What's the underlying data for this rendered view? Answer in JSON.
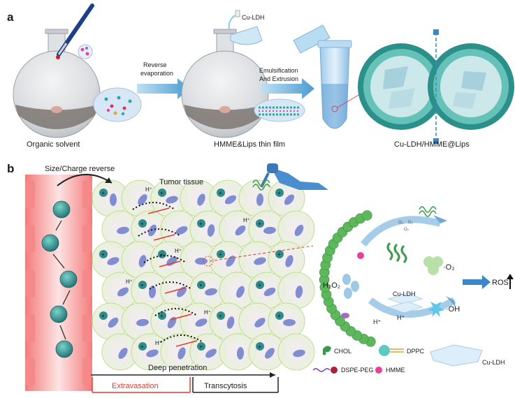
{
  "panel_a": {
    "label": "a",
    "reagent_label": "Cu-LDH",
    "arrow1_line1": "Reverse",
    "arrow1_line2": "evaporation",
    "arrow2_line1": "Emulsification",
    "arrow2_line2": "And Extrusion",
    "caption_flask1": "Organic solvent",
    "caption_flask2": "HMME&Lips thin film",
    "caption_product": "Cu-LDH/HMME@Lips"
  },
  "panel_b": {
    "label": "b",
    "reverse_label": "Size/Charge reverse",
    "tissue_label": "Tumor tissue",
    "penetration_label": "Deep penetration",
    "extravasation_label": "Extravasation",
    "transcytosis_label": "Transcytosis",
    "h_plus": "H⁺",
    "plus": "+",
    "minus": "−",
    "o2_text": "O₂",
    "mech": {
      "h2o2": "H₂O₂",
      "o2_radical": "·O₂",
      "oh_radical": "·OH",
      "ros": "ROS",
      "cu_ldh": "Cu-LDH",
      "h_plus": "H⁺"
    },
    "legend": {
      "chol": "CHOL",
      "dppc": "DPPC",
      "dspe_peg": "DSPE-PEG",
      "hmme": "HMME",
      "cu_ldh": "Cu-LDH"
    }
  },
  "colors": {
    "vessel": "#f26b6b",
    "tissue": "#cfe6a8",
    "arrow_blue": "#5ba6d8",
    "lipid_green": "#3a9a4a",
    "hmme_pink": "#e8409a",
    "extravasation_red": "#e23b2e",
    "nanoparticle": "#2f8c8a"
  },
  "icons": [
    "pipette-icon",
    "flask-icon",
    "tube-icon",
    "laser-icon",
    "light-wave-icon",
    "up-arrow-icon"
  ]
}
